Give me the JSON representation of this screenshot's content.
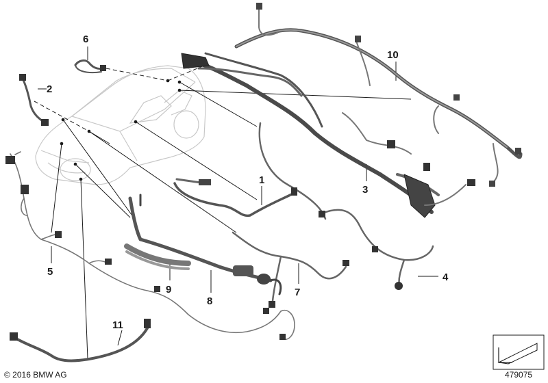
{
  "callouts": [
    {
      "id": "1",
      "label": "1"
    },
    {
      "id": "2",
      "label": "2"
    },
    {
      "id": "3",
      "label": "3"
    },
    {
      "id": "4",
      "label": "4"
    },
    {
      "id": "5",
      "label": "5"
    },
    {
      "id": "6",
      "label": "6"
    },
    {
      "id": "7",
      "label": "7"
    },
    {
      "id": "8",
      "label": "8"
    },
    {
      "id": "9",
      "label": "9"
    },
    {
      "id": "10",
      "label": "10"
    },
    {
      "id": "11",
      "label": "11"
    }
  ],
  "footer": {
    "copyright": "© 2016 BMW AG",
    "diagram_number": "479075"
  },
  "colors": {
    "cable": "#6a6a6a",
    "cable_dark": "#3c3c3c",
    "car_outline": "#c8c8c8",
    "leader": "#1a1a1a"
  }
}
